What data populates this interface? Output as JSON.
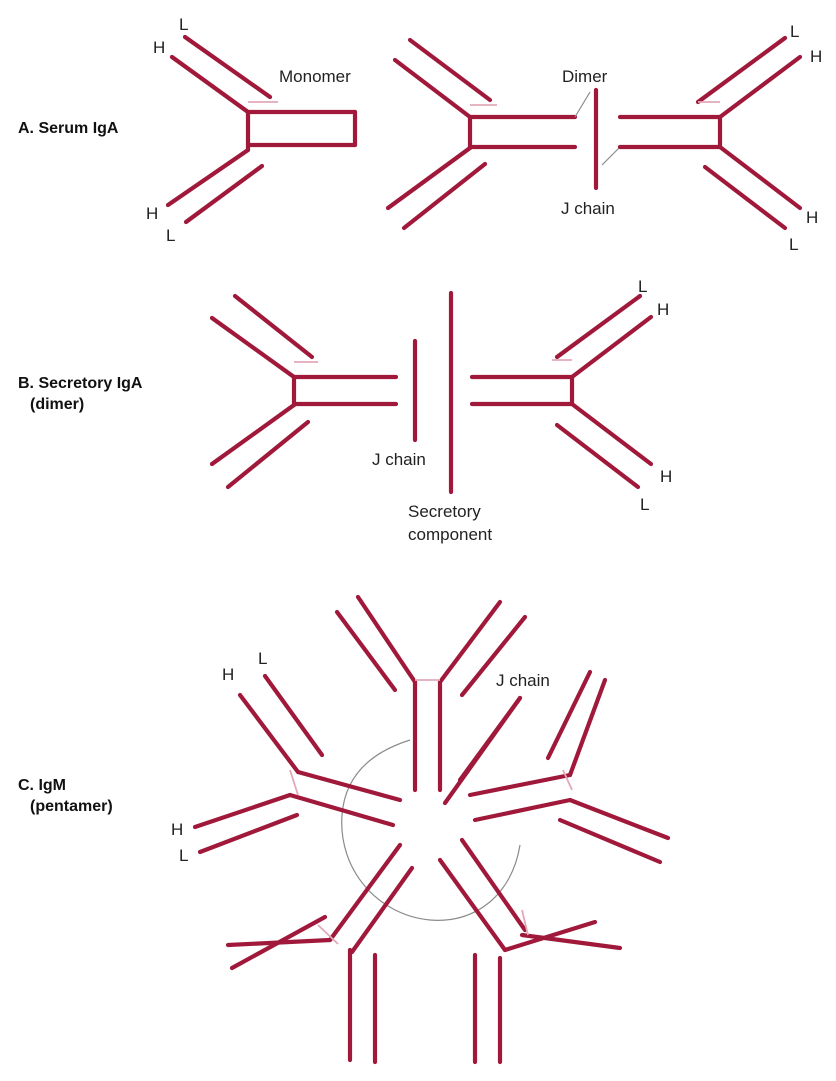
{
  "sections": {
    "a": {
      "title": "A. Serum IgA",
      "monomer": "Monomer",
      "dimer": "Dimer",
      "j_chain": "J chain"
    },
    "b": {
      "title_line1": "B. Secretory IgA",
      "title_line2": "(dimer)",
      "j_chain": "J chain",
      "secretory_line1": "Secretory",
      "secretory_line2": "component"
    },
    "c": {
      "title_line1": "C. IgM",
      "title_line2": "(pentamer)",
      "j_chain": "J chain"
    }
  },
  "chain_labels": {
    "heavy": "H",
    "light": "L"
  },
  "colors": {
    "chain": "#a0193a",
    "hinge": "#e3a8b8",
    "disulfide": "#8b8b8b"
  }
}
